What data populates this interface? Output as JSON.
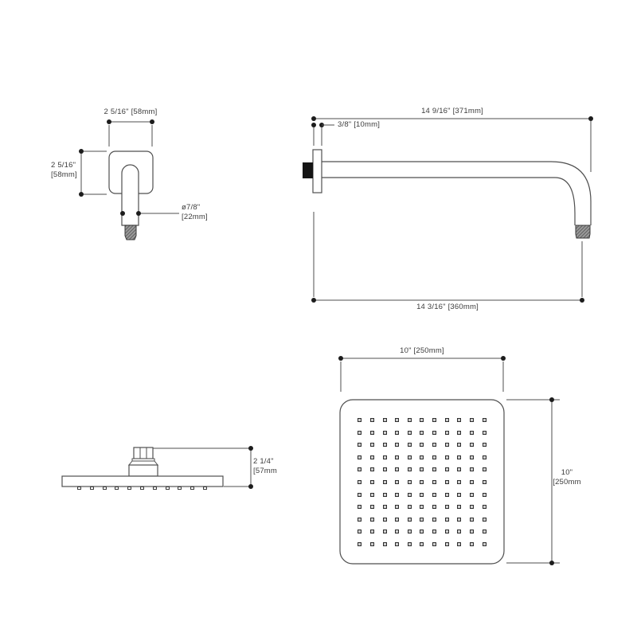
{
  "page": {
    "background": "#ffffff",
    "line_color": "#4f4f4f",
    "text_color": "#3c3c3c",
    "dot_color": "#1c1c1c",
    "thread_fill": "#9b9b9b",
    "inlet_fill": "#151515"
  },
  "views": {
    "flange_front": {
      "name": "wall flange front view",
      "dims": {
        "width": "2 5/16\" [58mm]",
        "height": [
          "2 5/16\"",
          "[58mm]"
        ],
        "outlet": [
          "ø7/8\"",
          "[22mm]"
        ]
      }
    },
    "arm_side": {
      "name": "shower arm side view",
      "dims": {
        "overall_length": "14 9/16\" [371mm]",
        "flange_depth": "3/8\" [10mm]",
        "arm_length": "14 3/16\" [360mm]"
      }
    },
    "head_side": {
      "name": "shower head side view",
      "dims": {
        "height": [
          "2 1/4\"",
          "[57mm"
        ]
      },
      "nozzle_count": 11
    },
    "head_face": {
      "name": "shower head face view",
      "dims": {
        "width": "10\" [250mm]",
        "height": [
          "10\"",
          "[250mm"
        ]
      },
      "grid": {
        "rows": 11,
        "cols": 11
      }
    }
  }
}
